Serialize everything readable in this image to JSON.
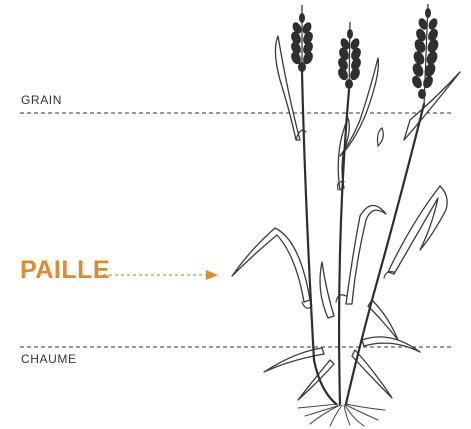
{
  "labels": {
    "grain": "GRAIN",
    "paille": "PAILLE",
    "chaume": "CHAUME"
  },
  "colors": {
    "accent": "#e08a2e",
    "ink": "#2e2e2e",
    "text": "#333333"
  }
}
